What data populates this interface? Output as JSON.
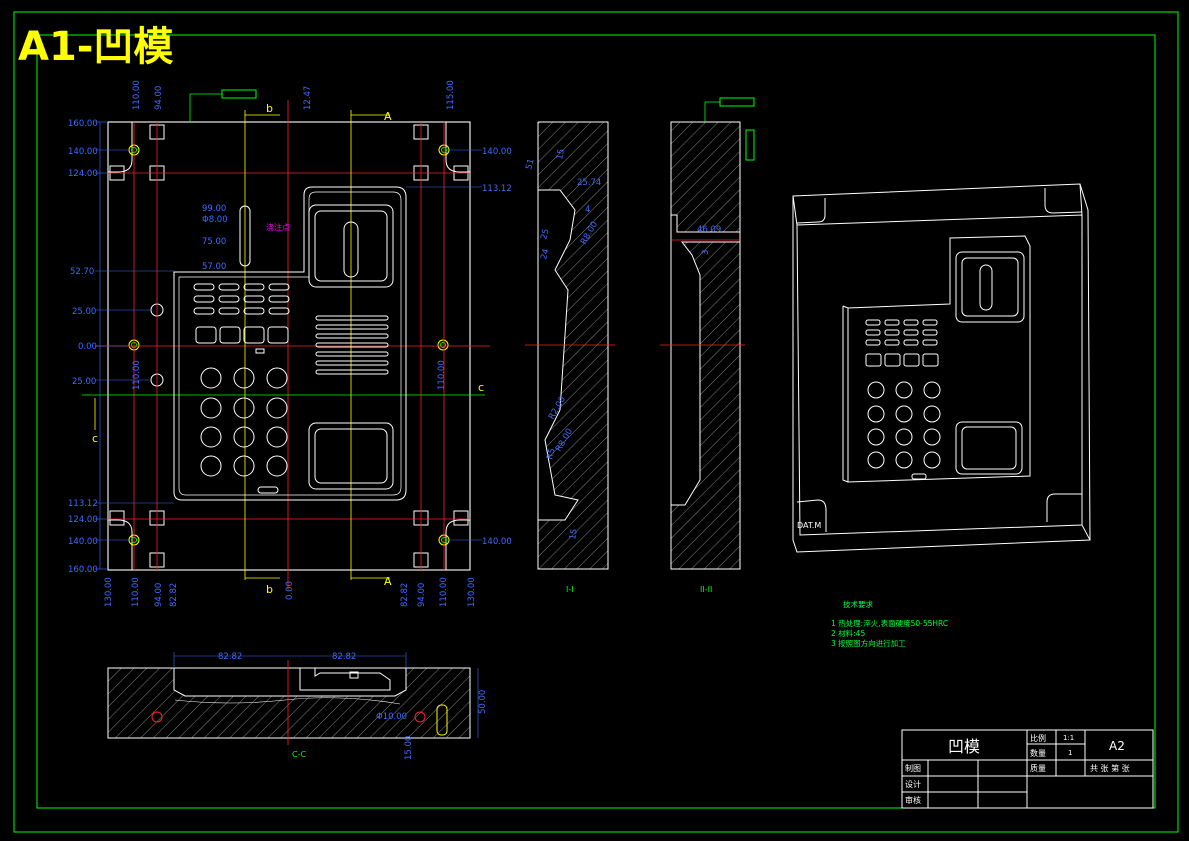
{
  "title": "A1-凹模",
  "colors": {
    "accent": "#ffff00",
    "dimension": "#3d6bff",
    "border": "#00ff00",
    "centerline": "#ff2020",
    "annotation": "#ff00ff"
  },
  "main_view": {
    "left_labels": [
      "160.00",
      "140.00",
      "124.00",
      "52.70",
      "25.00",
      "0.00",
      "25.00",
      "113.12",
      "124.00",
      "140.00",
      "160.00"
    ],
    "right_labels": [
      "140.00",
      "113.12",
      "140.00"
    ],
    "top_labels": [
      "110.00",
      "94.00",
      "12.47",
      "115.00"
    ],
    "bottom_labels": [
      "130.00",
      "110.00",
      "94.00",
      "82.82",
      "0.00",
      "82.82",
      "94.00",
      "110.00",
      "130.00"
    ],
    "inner_labels": [
      "99.00",
      "Φ8.00",
      "75.00",
      "57.00"
    ],
    "vertical_110_left": "110.00",
    "vertical_110_right": "110.00",
    "pink_note": "浇注点",
    "section_b": "b",
    "section_a": "A",
    "section_c": "c"
  },
  "section_views": {
    "first_labels": [
      "51",
      "25.74",
      "4",
      "25",
      "24",
      "R8.00",
      "15",
      "R2.00",
      "R5",
      "R8.00",
      "15"
    ],
    "first_caption": "I-I",
    "second_labels": [
      "46.09",
      "3"
    ],
    "second_caption": "II-II"
  },
  "bottom_view": {
    "labels": [
      "82.82",
      "82.82",
      "Φ10.00",
      "50.00",
      "15.00"
    ],
    "caption": "C-C"
  },
  "tech_requirements": {
    "title": "技术要求",
    "items": [
      "1  热处理:淬火,表面硬度50-55HRC",
      "2  材料:45",
      "3  按照图方向进行加工"
    ]
  },
  "iso_label": "DAT.M",
  "title_block": {
    "name": "凹模",
    "scale_label": "比例",
    "scale_value": "1:1",
    "qty_label": "数量",
    "qty_value": "1",
    "weight_label": "质量",
    "sheet_size": "A2",
    "sheets": "共 张 第 张",
    "drawn": "制图",
    "design": "设计",
    "check": "审核"
  }
}
